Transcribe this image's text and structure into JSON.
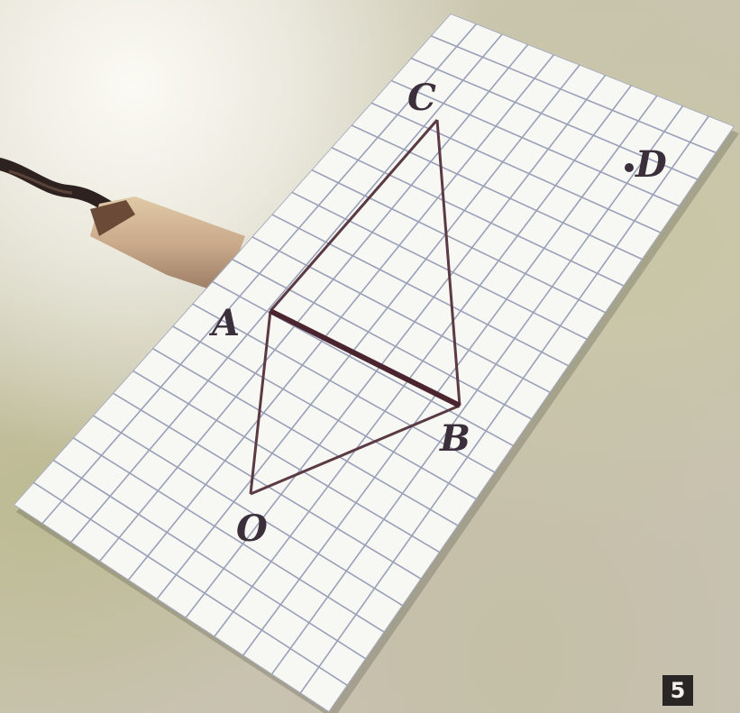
{
  "figure": {
    "number": "5",
    "points": {
      "A": {
        "label": "A"
      },
      "B": {
        "label": "B"
      },
      "C": {
        "label": "C"
      },
      "D": {
        "label": "D"
      },
      "O": {
        "label": "O"
      }
    }
  },
  "colors": {
    "paper": "#f7f7f3",
    "grid": "#9aa0b8",
    "lines": "#5a3a44",
    "bold_segment": "#4a2530",
    "background": "#cbc7b0"
  }
}
